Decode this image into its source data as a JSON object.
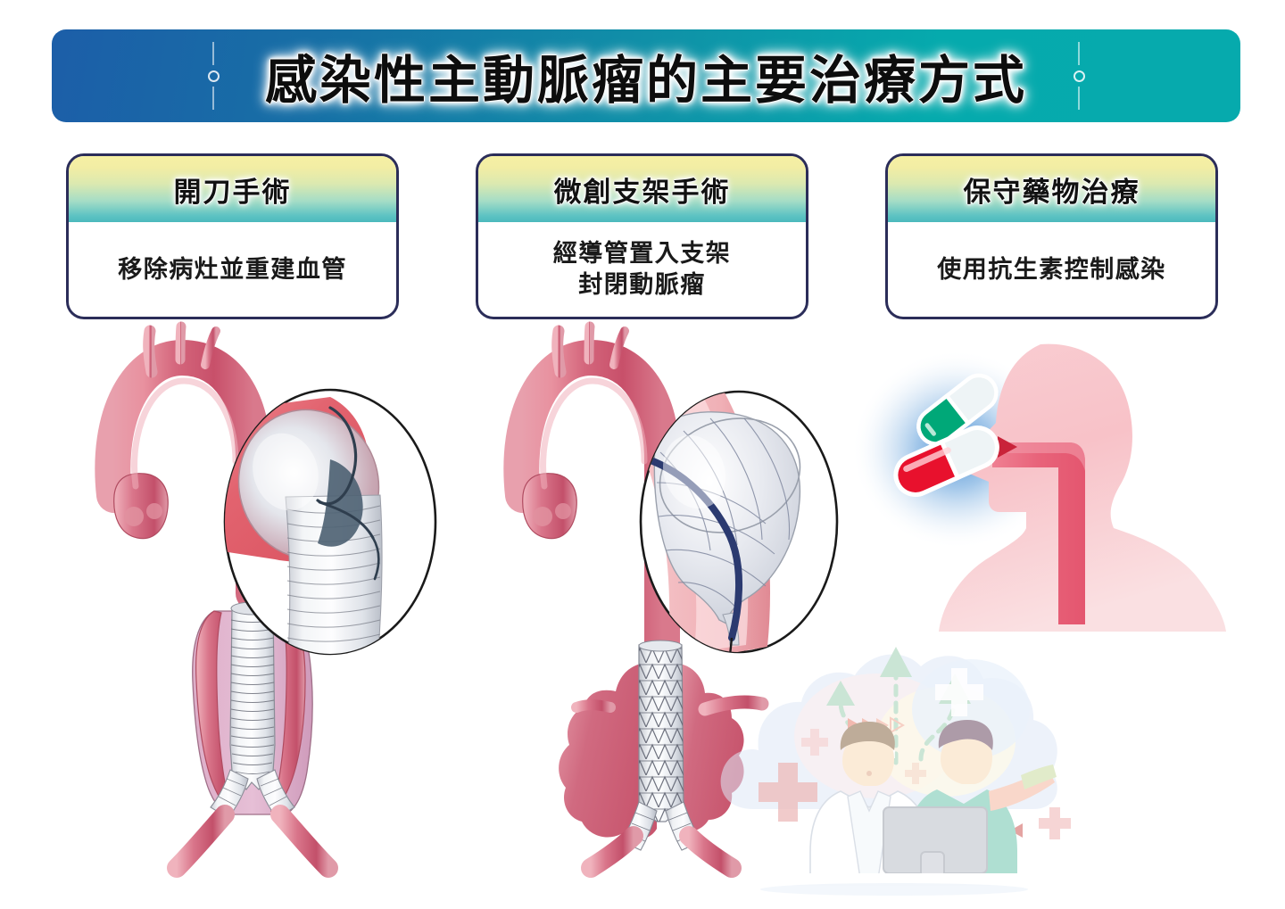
{
  "banner": {
    "title": "感染性主動脈瘤的主要治療方式",
    "gradient_from": "#1c5ea8",
    "gradient_to": "#06aaad",
    "deco_left": "line-dot-decoration",
    "deco_right": "line-dot-decoration"
  },
  "colors": {
    "card_border": "#2b2d59",
    "header_gradient_top": "#f6f0a3",
    "header_gradient_mid": "#a5ddc6",
    "header_gradient_bottom": "#4bb9bd",
    "vessel_red": "#d4576b",
    "vessel_red_dark": "#b8374f",
    "vessel_pink_light": "#f2b5bf",
    "graft_white": "#e9ecef",
    "graft_stroke": "#7d7f8a",
    "suture_navy": "#3b4a5c",
    "catheter_blue": "#2b3f80",
    "body_pink": "#f6b9c0",
    "glow_blue": "#4a8fd4",
    "capsule_green": "#00a878",
    "capsule_red": "#e8112d",
    "capsule_white": "#eef3f5",
    "arrow_red": "#d02030",
    "scene_green": "#9fd0b4",
    "scene_blue": "#dde7f5",
    "scene_cross_red": "#e8a0a0"
  },
  "cards": [
    {
      "id": "open-surgery",
      "title": "開刀手術",
      "desc": "移除病灶並重建血管"
    },
    {
      "id": "endovascular-stent",
      "title": "微創支架手術",
      "desc": "經導管置入支架\n封閉動脈瘤"
    },
    {
      "id": "conservative-medication",
      "title": "保守藥物治療",
      "desc": "使用抗生素控制感染"
    }
  ],
  "illustrations": [
    {
      "id": "open-surgery-illustration",
      "name": "aortic-arch-with-bifurcated-dacron-graft",
      "parts": [
        "aortic-arch",
        "brachiocephalic-branches",
        "descending-aorta",
        "opened-aneurysm-sac",
        "corrugated-dacron-graft",
        "iliac-bifurcation"
      ],
      "inset": {
        "name": "graft-anastomosis-inset",
        "parts": [
          "cut-aorta-end",
          "corrugated-graft",
          "suture-line"
        ]
      }
    },
    {
      "id": "stent-illustration",
      "name": "aortic-arch-with-endovascular-stent-graft",
      "parts": [
        "aortic-arch",
        "brachiocephalic-branches",
        "aneurysm-sac",
        "wire-mesh-stent-graft",
        "iliac-limbs"
      ],
      "inset": {
        "name": "stent-deployment-inset",
        "parts": [
          "vessel-wall",
          "expanded-stent",
          "guidewire-catheter"
        ]
      }
    },
    {
      "id": "medication-illustration",
      "name": "patient-taking-oral-antibiotic",
      "parts": [
        "head-silhouette",
        "throat-esophagus",
        "green-white-capsule",
        "red-white-capsule",
        "blue-glow",
        "dashed-arrow-to-mouth"
      ]
    },
    {
      "id": "clinicians-scene",
      "name": "medical-team-at-computer",
      "parts": [
        "cloud-backdrop",
        "doctor-lab-coat",
        "nurse-green-scrubs",
        "monitor",
        "medical-crosses",
        "green-dashed-arrows",
        "triangle-arrow-markers"
      ]
    }
  ]
}
